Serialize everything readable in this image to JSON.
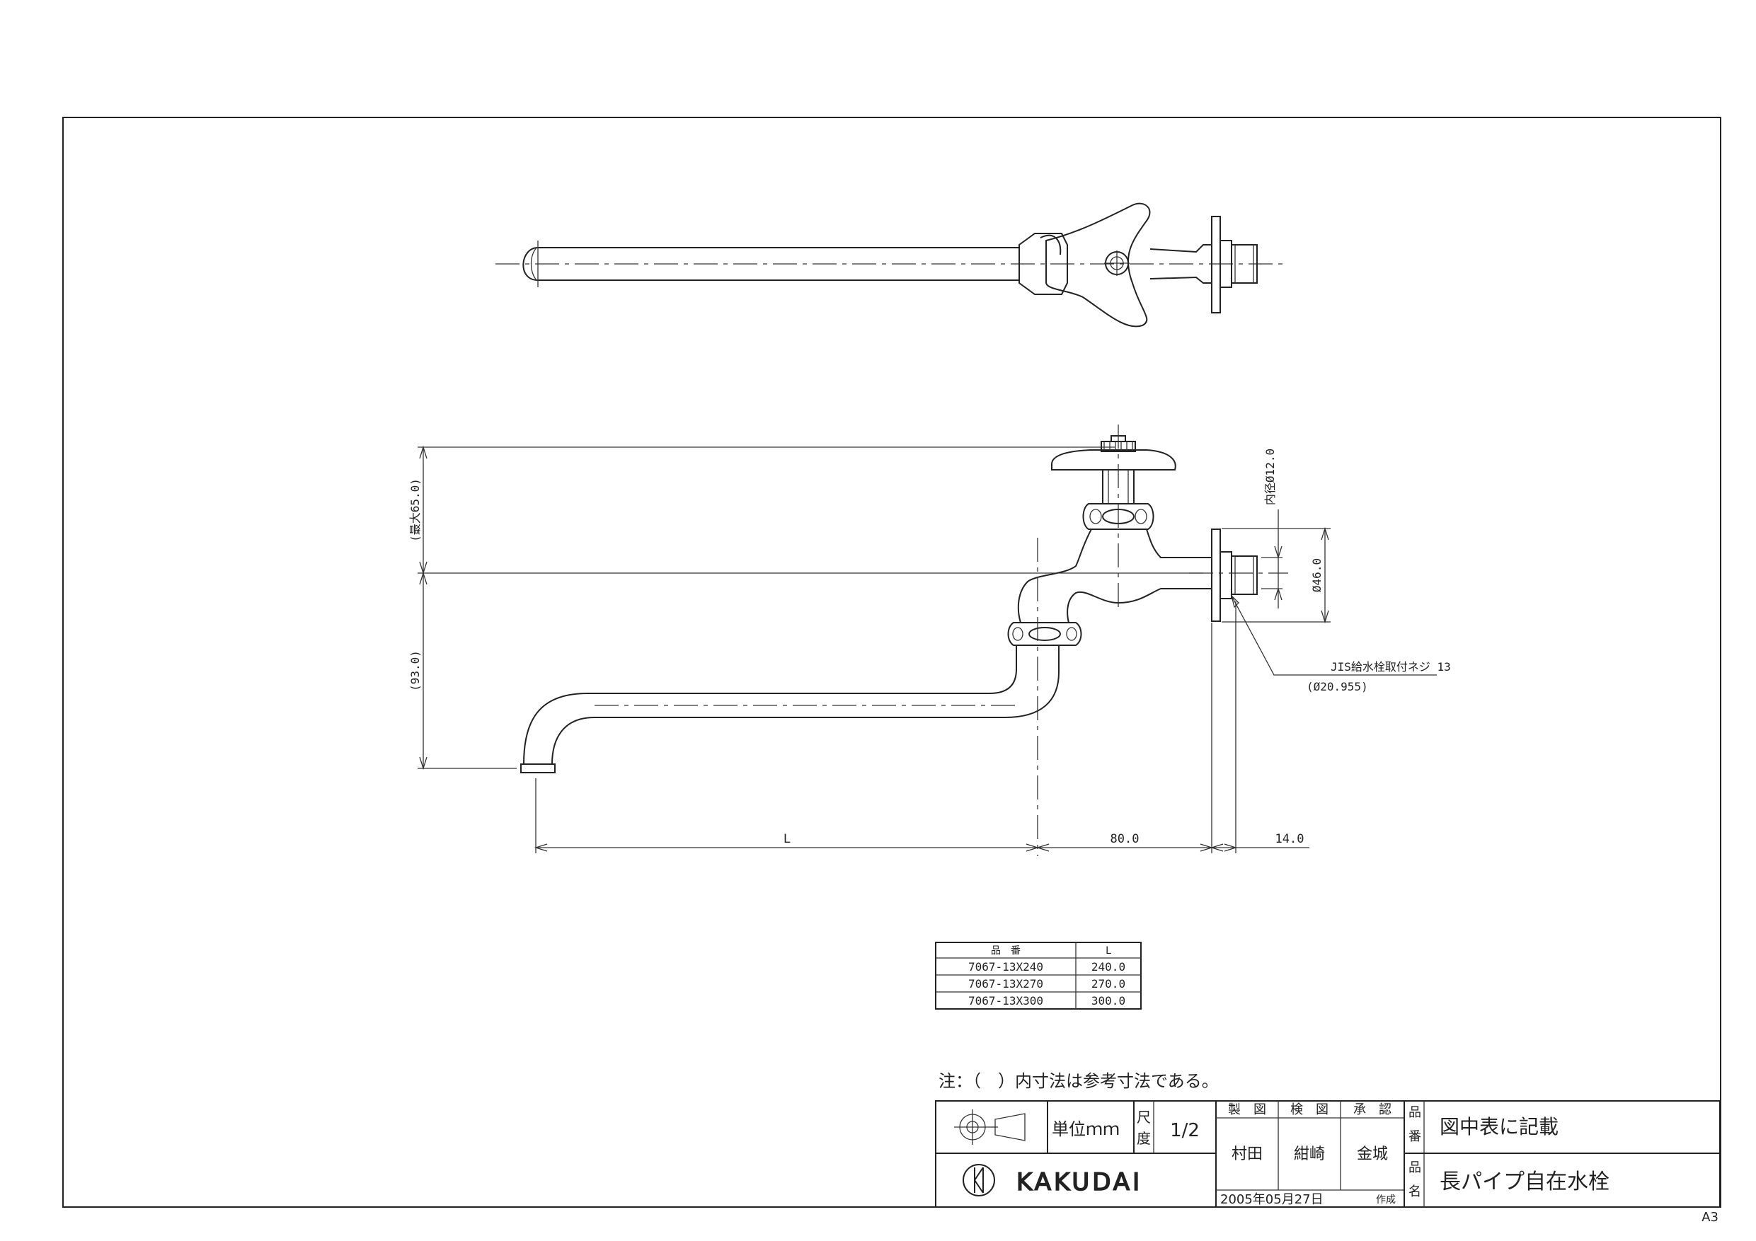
{
  "sheet_size": "A3",
  "dimensions": {
    "L": "L",
    "d80": "80.0",
    "d14": "14.0",
    "h93": "(93.0)",
    "hmax": "(最大65.0)",
    "inner_dia": "内径Ø12.0",
    "flange_dia": "Ø46.0",
    "thread_note": "JIS給水栓取付ネジ 13",
    "thread_dia": "(Ø20.955)"
  },
  "parts_table": {
    "headers": [
      "品　番",
      "L"
    ],
    "rows": [
      [
        "7067-13X240",
        "240.0"
      ],
      [
        "7067-13X270",
        "270.0"
      ],
      [
        "7067-13X300",
        "300.0"
      ]
    ]
  },
  "note": "注：（　）内寸法は参考寸法である。",
  "title_block": {
    "unit_label": "単位ｍｍ",
    "scale_label": "尺度",
    "scale_value": "1/2",
    "roles": [
      "製　図",
      "検　図",
      "承　認"
    ],
    "names": [
      "村田",
      "紺崎",
      "金城"
    ],
    "date": "2005年05月27日",
    "date_suffix": "作成",
    "part_no_label": "品番",
    "part_no_value": "図中表に記載",
    "part_name_label": "品名",
    "part_name_value": "長パイプ自在水栓",
    "logo_text": "KAKUDAI"
  }
}
